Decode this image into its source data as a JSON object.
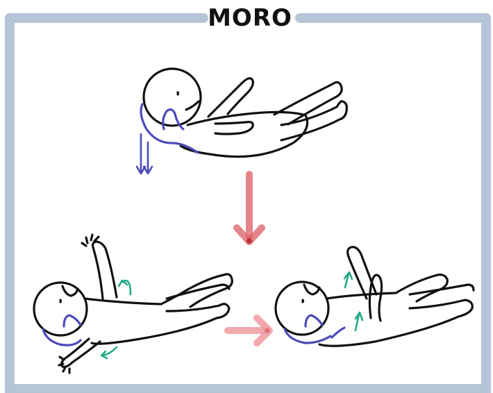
{
  "title": "MORO",
  "colors": {
    "frame": "#b4c6d6",
    "outline": "#111111",
    "support": "#4a4ab8",
    "down_arrow": "#d9565e",
    "right_arrow": "#ef9aa0",
    "motion_arrow": "#25a987"
  },
  "icons": [
    "head-support-icon",
    "drop-arrows-icon",
    "transition-arrow-down",
    "transition-arrow-right",
    "motion-arrow-icon"
  ]
}
